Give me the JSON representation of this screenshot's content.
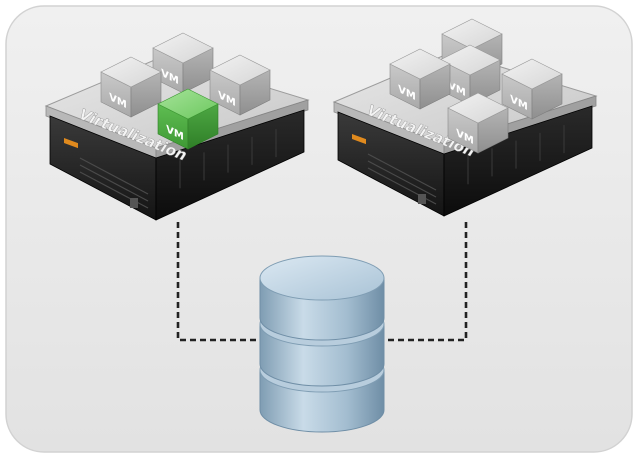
{
  "diagram": {
    "servers": [
      {
        "platform_label": "Virtualization",
        "vms": [
          {
            "label": "VM",
            "highlighted": false
          },
          {
            "label": "VM",
            "highlighted": false
          },
          {
            "label": "VM",
            "highlighted": false
          },
          {
            "label": "VM",
            "highlighted": true
          }
        ]
      },
      {
        "platform_label": "Virtualization",
        "vms": [
          {
            "label": "VM",
            "highlighted": false
          },
          {
            "label": "VM",
            "highlighted": false
          },
          {
            "label": "VM",
            "highlighted": false
          },
          {
            "label": "VM",
            "highlighted": false
          },
          {
            "label": "VM",
            "highlighted": false
          }
        ]
      }
    ],
    "storage": {
      "shape": "database-cylinder",
      "tiers": 3
    },
    "connection_style": "dashed",
    "colors": {
      "panel_background": "#e6e6e6",
      "vm_default": "#c8c8c8",
      "vm_highlight": "#52b848",
      "server_chassis": "#1e1e1e",
      "platform_top": "#d9d9d9",
      "database": "#a9c3d6",
      "connector": "#222222",
      "vm_text": "#ffffff",
      "status_light": "#e08a1e"
    }
  }
}
